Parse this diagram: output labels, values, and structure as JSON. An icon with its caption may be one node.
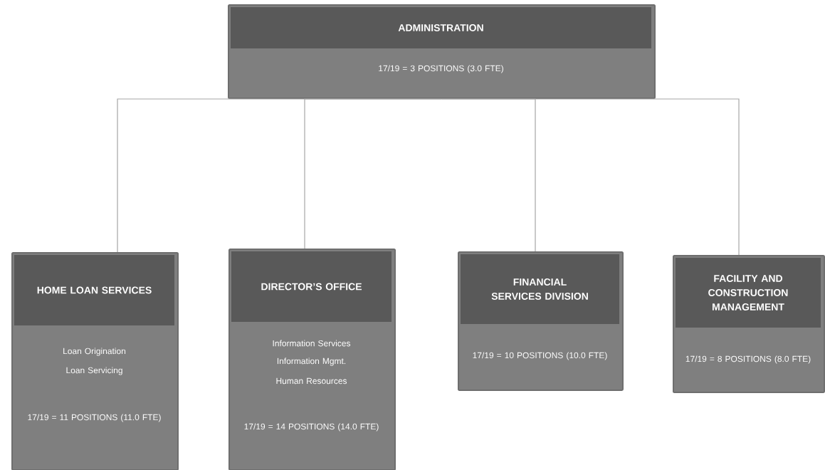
{
  "diagram": {
    "nodes": [
      {
        "text": [
          "ADMINISTRATION",
          "17/19 = 3 POSITIONS (3.0 FTE)"
        ]
      },
      {
        "text": [
          "HOME LOAN SERVICES",
          "Loan Origination",
          "Loan Servicing",
          "17/19 = 11 POSITIONS (11.0 FTE)"
        ]
      },
      {
        "text": [
          "DIRECTOR’S OFFICE",
          "Information Services",
          "Information Mgmt.",
          "Human Resources",
          "17/19 = 14 POSITIONS (14.0 FTE)"
        ]
      },
      {
        "text": [
          "FINANCIAL SERVICES DIVISION",
          "17/19 = 10 POSITIONS (10.0 FTE)"
        ]
      },
      {
        "text": [
          "FACILITY AND CONSTRUCTION MANAGEMENT",
          "17/19 = 8 POSITIONS (8.0 FTE)"
        ]
      }
    ],
    "edges": [
      {
        "from": 0,
        "to": 1,
        "arrow": "none"
      },
      {
        "from": 0,
        "to": 2,
        "arrow": "none"
      },
      {
        "from": 0,
        "to": 3,
        "arrow": "none"
      },
      {
        "from": 0,
        "to": 4,
        "arrow": "none"
      }
    ]
  }
}
